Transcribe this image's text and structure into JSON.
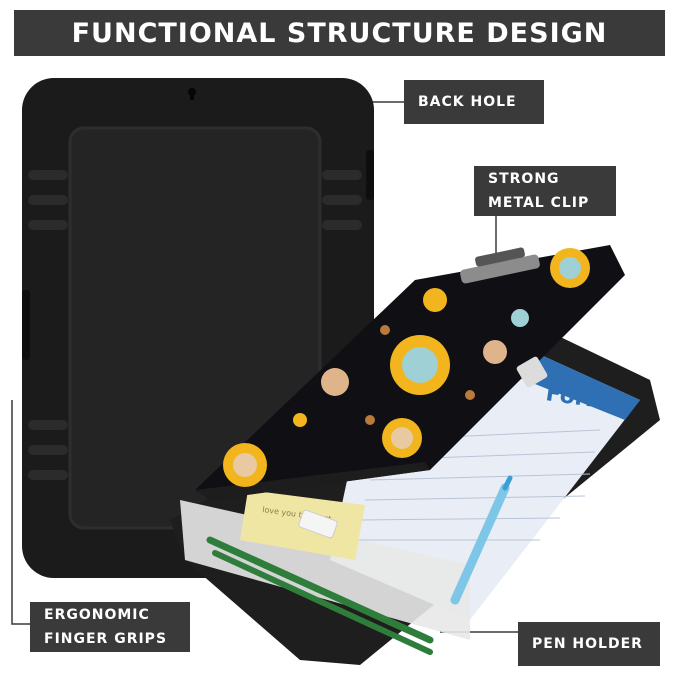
{
  "title": "FUNCTIONAL STRUCTURE DESIGN",
  "callouts": {
    "back_hole": "BACK HOLE",
    "metal_clip": [
      "STRONG",
      "METAL CLIP"
    ],
    "finger_grips": [
      "ERGONOMIC",
      "FINGER GRIPS"
    ],
    "pen_holder": "PEN HOLDER"
  },
  "form_header": "Form",
  "sticky_note_text": "love you the best",
  "colors": {
    "banner": "#3a3a3a",
    "case_body": "#1b1b1b",
    "lid_pattern": "#0f0f14",
    "sun": "#f2b51e",
    "form_blue": "#2f6fb4",
    "sticky_note": "#f0e6a4",
    "pencil": "#2f7d3a"
  },
  "icons": [
    "back-hole-icon",
    "sun-pattern-icon",
    "pen-icon",
    "pencil-icon"
  ]
}
